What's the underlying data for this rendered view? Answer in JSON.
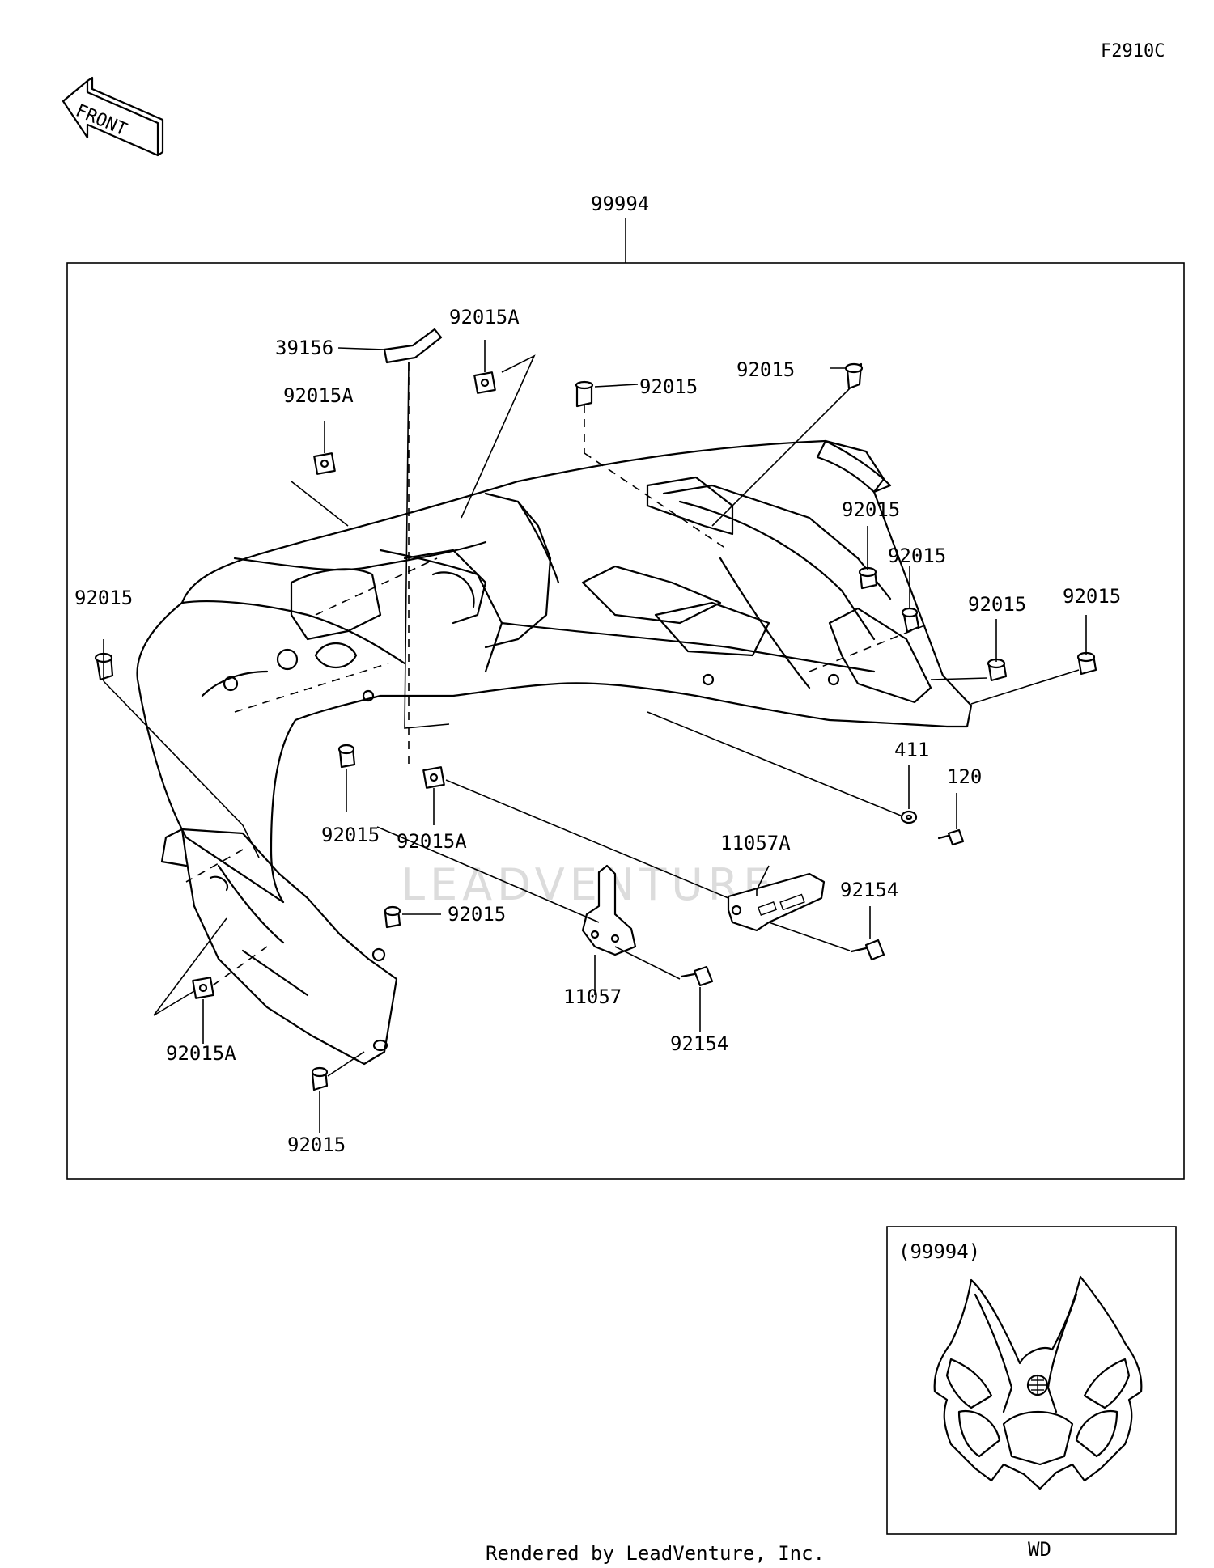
{
  "diagram_code": "F2910C",
  "front_label": "FRONT",
  "assembly_label": "99994",
  "watermark": "LEADVENTURE",
  "labels": {
    "p39156": "39156",
    "p92015A_top": "92015A",
    "p92015_top_mid": "92015",
    "p92015_top_right": "92015",
    "p92015A_left": "92015A",
    "p92015_left": "92015",
    "p92015_right1": "92015",
    "p92015_right2": "92015",
    "p92015_right3": "92015",
    "p92015_right4": "92015",
    "p411": "411",
    "p120": "120",
    "p11057A": "11057A",
    "p92154_right": "92154",
    "p92015_center": "92015",
    "p92015A_center": "92015A",
    "p92015_lower": "92015",
    "p11057": "11057",
    "p92154_lower": "92154",
    "p92015A_lower": "92015A",
    "p92015_bottom": "92015"
  },
  "inset": {
    "label": "(99994)",
    "variant": "WD"
  },
  "footer": "Rendered by LeadVenture, Inc."
}
